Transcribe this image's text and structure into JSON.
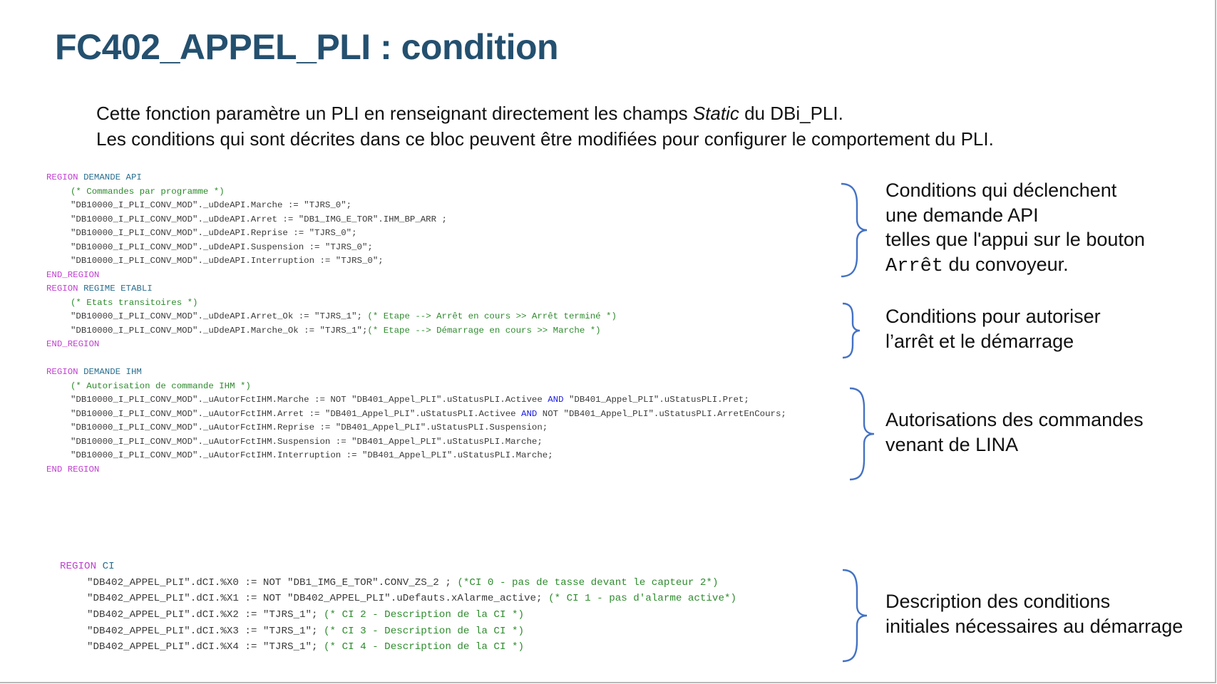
{
  "title": "FC402_APPEL_PLI : condition",
  "description": {
    "line1_before": "Cette fonction paramètre un PLI en renseignant directement les champs ",
    "line1_italic": "Static",
    "line1_after": " du DBi_PLI.",
    "line2": "Les conditions qui sont décrites dans ce bloc peuvent être modifiées pour configurer le comportement du PLI."
  },
  "code_block_main": {
    "region1": {
      "keyword": "REGION",
      "name": "DEMANDE API",
      "comment": "(* Commandes par programme *)",
      "lines": [
        "\"DB10000_I_PLI_CONV_MOD\"._uDdeAPI.Marche := \"TJRS_0\";",
        "\"DB10000_I_PLI_CONV_MOD\"._uDdeAPI.Arret := \"DB1_IMG_E_TOR\".IHM_BP_ARR ;",
        "\"DB10000_I_PLI_CONV_MOD\"._uDdeAPI.Reprise := \"TJRS_0\";",
        "\"DB10000_I_PLI_CONV_MOD\"._uDdeAPI.Suspension := \"TJRS_0\";",
        "\"DB10000_I_PLI_CONV_MOD\"._uDdeAPI.Interruption := \"TJRS_0\";"
      ],
      "end": "END_REGION"
    },
    "region2": {
      "keyword": "REGION",
      "name": "REGIME ETABLI",
      "comment": "(* Etats transitoires *)",
      "lines": [
        {
          "code": "\"DB10000_I_PLI_CONV_MOD\"._uDdeAPI.Arret_Ok := \"TJRS_1\"; ",
          "comment": "(* Etape --> Arrêt en cours >> Arrêt terminé *)"
        },
        {
          "code": "\"DB10000_I_PLI_CONV_MOD\"._uDdeAPI.Marche_Ok := \"TJRS_1\";",
          "comment": "(* Etape --> Démarrage en cours >> Marche *)"
        }
      ],
      "end": "END_REGION"
    },
    "region3": {
      "keyword": "REGION",
      "name": "DEMANDE IHM",
      "comment": "(* Autorisation de commande IHM *)",
      "lines": [
        {
          "a": "\"DB10000_I_PLI_CONV_MOD\"._uAutorFctIHM.Marche := NOT \"DB401_Appel_PLI\".uStatusPLI.Activee ",
          "op": "AND",
          "b": " \"DB401_Appel_PLI\".uStatusPLI.Pret;"
        },
        {
          "a": "\"DB10000_I_PLI_CONV_MOD\"._uAutorFctIHM.Arret := \"DB401_Appel_PLI\".uStatusPLI.Activee ",
          "op": "AND",
          "b": " NOT \"DB401_Appel_PLI\".uStatusPLI.ArretEnCours;"
        },
        {
          "a": "\"DB10000_I_PLI_CONV_MOD\"._uAutorFctIHM.Reprise := \"DB401_Appel_PLI\".uStatusPLI.Suspension;",
          "op": "",
          "b": ""
        },
        {
          "a": "\"DB10000_I_PLI_CONV_MOD\"._uAutorFctIHM.Suspension := \"DB401_Appel_PLI\".uStatusPLI.Marche;",
          "op": "",
          "b": ""
        },
        {
          "a": "\"DB10000_I_PLI_CONV_MOD\"._uAutorFctIHM.Interruption := \"DB401_Appel_PLI\".uStatusPLI.Marche;",
          "op": "",
          "b": ""
        }
      ],
      "end": "END REGION"
    }
  },
  "code_block_ci": {
    "keyword": "REGION",
    "name": "CI",
    "lines": [
      {
        "code": "\"DB402_APPEL_PLI\".dCI.%X0 := NOT \"DB1_IMG_E_TOR\".CONV_ZS_2 ; ",
        "comment": "(*CI 0 - pas de tasse devant le capteur 2*)"
      },
      {
        "code": "\"DB402_APPEL_PLI\".dCI.%X1 := NOT \"DB402_APPEL_PLI\".uDefauts.xAlarme_active; ",
        "comment": "(* CI 1 - pas d'alarme active*)"
      },
      {
        "code": "\"DB402_APPEL_PLI\".dCI.%X2 := \"TJRS_1\"; ",
        "comment": "(* CI 2 - Description de la CI *)"
      },
      {
        "code": "\"DB402_APPEL_PLI\".dCI.%X3 := \"TJRS_1\"; ",
        "comment": "(* CI 3 - Description de la CI *)"
      },
      {
        "code": "\"DB402_APPEL_PLI\".dCI.%X4 := \"TJRS_1\"; ",
        "comment": "(* CI 4 - Description de la CI *)"
      }
    ]
  },
  "annotations": {
    "note1": {
      "line1": "Conditions qui déclenchent",
      "line2": "une demande API",
      "line3": "telles que l'appui sur le bouton",
      "line4_mono": "Arrêt",
      "line4_rest": " du convoyeur."
    },
    "note2": {
      "line1": "Conditions pour autoriser",
      "line2": "l’arrêt et le démarrage"
    },
    "note3": {
      "line1": "Autorisations des commandes",
      "line2": "venant de LINA"
    },
    "note4": {
      "line1": "Description des conditions",
      "line2": "initiales nécessaires au démarrage"
    }
  },
  "colors": {
    "title": "#24506f",
    "brace": "#4472c4",
    "region_keyword": "#c040d0",
    "region_name": "#2a6f8f",
    "operator": "#1a1ae0",
    "comment": "#2e8b2e"
  }
}
